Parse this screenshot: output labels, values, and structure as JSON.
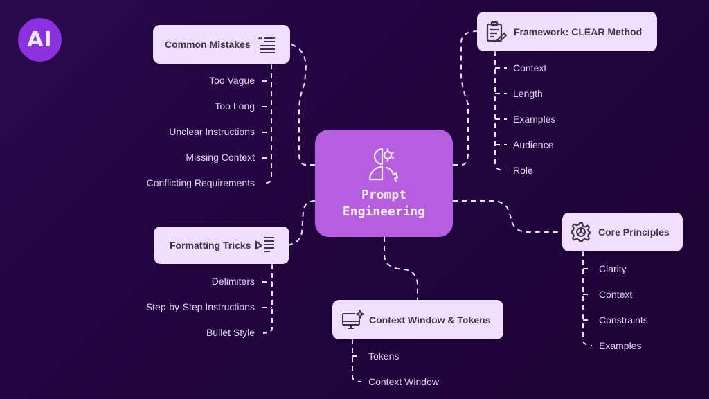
{
  "logo": {
    "text": "AI",
    "icon": "ai-logo-icon"
  },
  "colors": {
    "background": "#22053f",
    "center_node": "#b55ee0",
    "branch_node": "#f1defd",
    "branch_text": "#3f3548",
    "leaf_text": "#e3d3f2",
    "connector": "#f0e2ff",
    "logo": "#8a32e0"
  },
  "center": {
    "title_line1": "Prompt",
    "title_line2": "Engineering",
    "icon": "person-gear-icon"
  },
  "branches": {
    "common_mistakes": {
      "label": "Common Mistakes",
      "icon": "quote-list-icon",
      "items": [
        "Too Vague",
        "Too Long",
        "Unclear Instructions",
        "Missing Context",
        "Conflicting Requirements"
      ]
    },
    "framework": {
      "label": "Framework: CLEAR Method",
      "icon": "clipboard-edit-icon",
      "items": [
        "Context",
        "Length",
        "Examples",
        "Audience",
        "Role"
      ]
    },
    "formatting": {
      "label": "Formatting Tricks",
      "icon": "play-list-icon",
      "items": [
        "Delimiters",
        "Step-by-Step Instructions",
        "Bullet Style"
      ]
    },
    "core": {
      "label": "Core Principles",
      "icon": "gear-icon",
      "items": [
        "Clarity",
        "Context",
        "Constraints",
        "Examples"
      ]
    },
    "context_window": {
      "label": "Context Window & Tokens",
      "icon": "monitor-sparkle-icon",
      "items": [
        "Tokens",
        "Context Window"
      ]
    }
  }
}
